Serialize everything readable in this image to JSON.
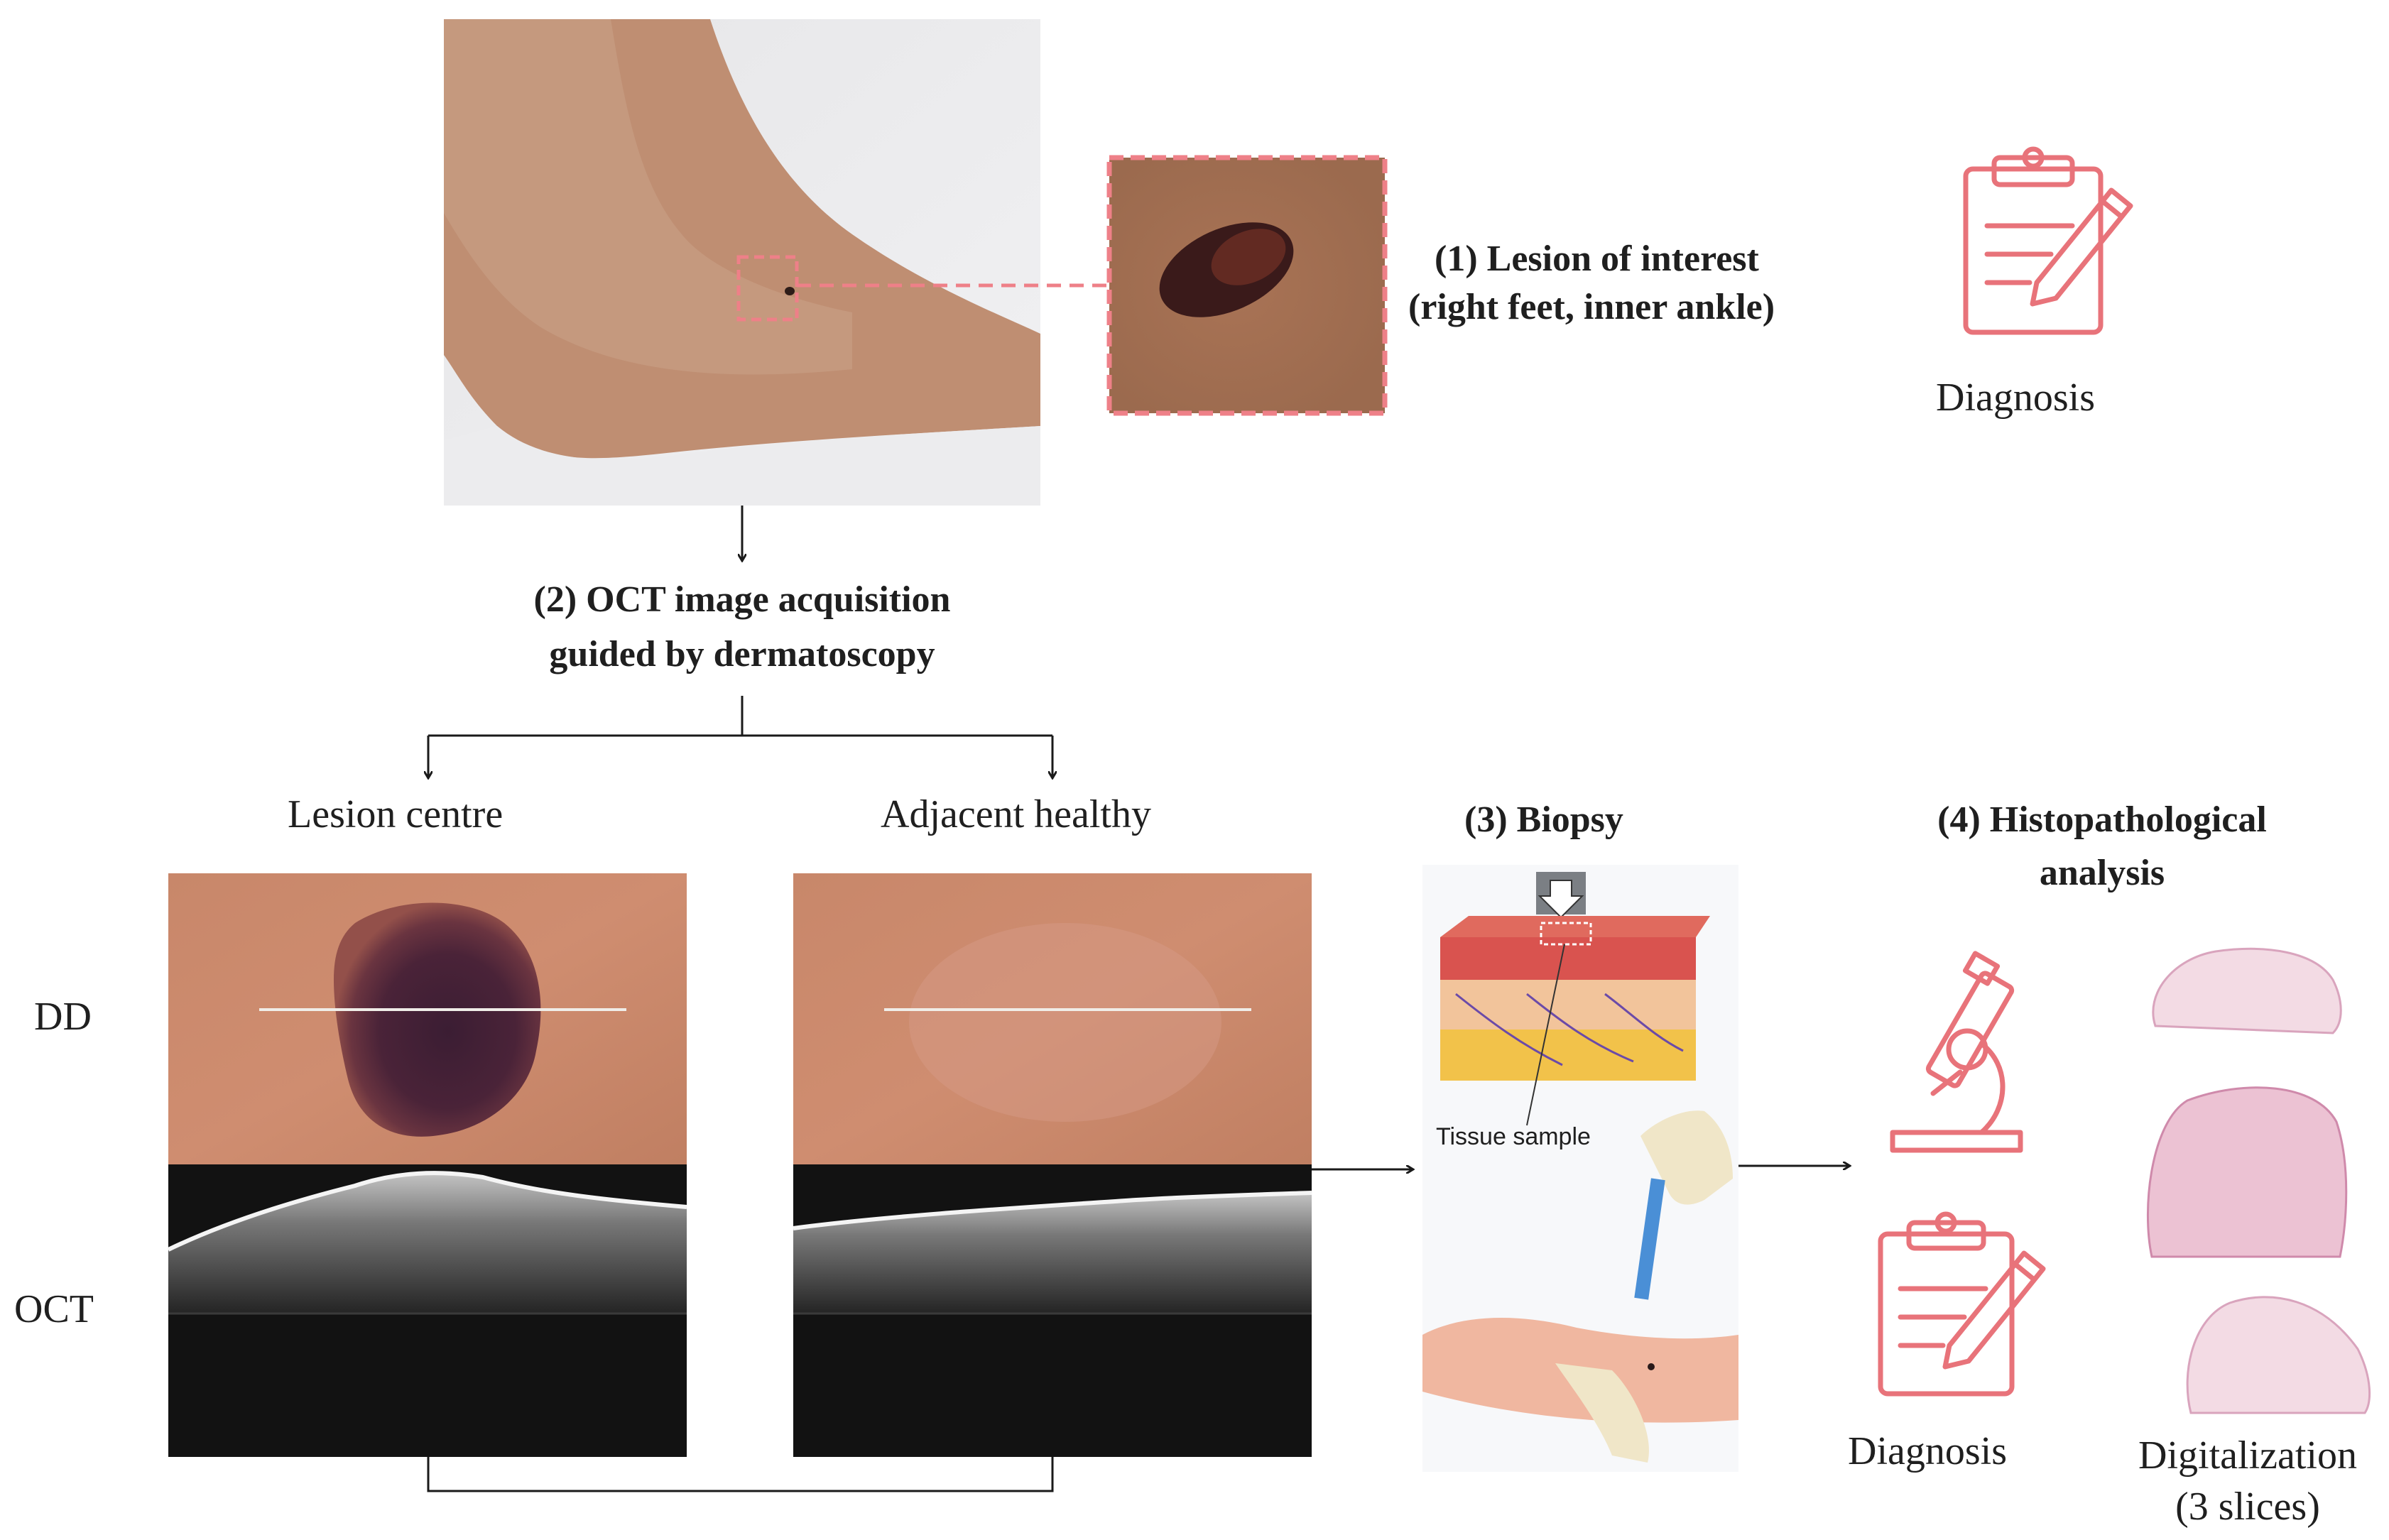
{
  "step1": {
    "line1": "(1) Lesion of interest",
    "line2": "(right feet, inner ankle)"
  },
  "step2": {
    "line1": "(2) OCT image acquisition",
    "line2": "guided by dermatoscopy"
  },
  "step3": {
    "title": "(3) Biopsy",
    "tissue_label": "Tissue sample"
  },
  "step4": {
    "line1": "(4) Histopathological",
    "line2": "analysis"
  },
  "columns": {
    "left": "Lesion centre",
    "right": "Adjacent healthy"
  },
  "rows": {
    "dd": "DD",
    "oct": "OCT"
  },
  "icons": {
    "diagnosis_top": "Diagnosis",
    "diagnosis_bottom": "Diagnosis",
    "digitalization_line1": "Digitalization",
    "digitalization_line2": "(3 slices)"
  },
  "colors": {
    "accent": "#e8737a",
    "arrow": "#1a1a1a",
    "skin": "#c88a68",
    "oct_dark": "#111111"
  }
}
